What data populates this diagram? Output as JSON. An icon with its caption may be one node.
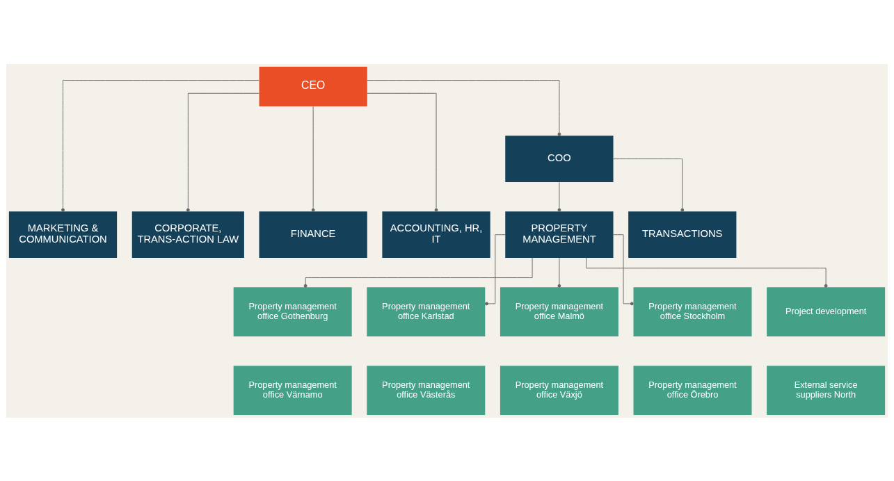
{
  "diagram": {
    "nodes": [
      {
        "text": [
          "CEO"
        ]
      },
      {
        "text": [
          "MARKETING & COMMUNICATION"
        ]
      },
      {
        "text": [
          "CORPORATE, TRANS-ACTION LAW"
        ]
      },
      {
        "text": [
          "FINANCE"
        ]
      },
      {
        "text": [
          "ACCOUNTING, HR, IT"
        ]
      },
      {
        "text": [
          "COO"
        ]
      },
      {
        "text": [
          "PROPERTY MANAGEMENT"
        ]
      },
      {
        "text": [
          "TRANSACTIONS"
        ]
      },
      {
        "text": [
          "Property management office Gothenburg"
        ]
      },
      {
        "text": [
          "Property management office Karlstad"
        ]
      },
      {
        "text": [
          "Property management office Malmö"
        ]
      },
      {
        "text": [
          "Property management office Stockholm"
        ]
      },
      {
        "text": [
          "Project development"
        ]
      },
      {
        "text": [
          "Property management office Värnamo"
        ]
      },
      {
        "text": [
          "Property management office Västerås"
        ]
      },
      {
        "text": [
          "Property management office Växjö"
        ]
      },
      {
        "text": [
          "Property management office Örebro"
        ]
      },
      {
        "text": [
          "External service suppliers North"
        ]
      }
    ],
    "edges": [
      {
        "from": 0,
        "to": 1,
        "arrow": "other"
      },
      {
        "from": 0,
        "to": 2,
        "arrow": "other"
      },
      {
        "from": 0,
        "to": 3,
        "arrow": "other"
      },
      {
        "from": 0,
        "to": 4,
        "arrow": "other"
      },
      {
        "from": 0,
        "to": 5,
        "arrow": "other"
      },
      {
        "from": 5,
        "to": 6,
        "arrow": "other"
      },
      {
        "from": 5,
        "to": 7,
        "arrow": "other"
      },
      {
        "from": 6,
        "to": 8,
        "arrow": "other"
      },
      {
        "from": 6,
        "to": 9,
        "arrow": "other"
      },
      {
        "from": 6,
        "to": 10,
        "arrow": "other"
      },
      {
        "from": 6,
        "to": 11,
        "arrow": "other"
      },
      {
        "from": 6,
        "to": 12,
        "arrow": "other"
      }
    ]
  }
}
